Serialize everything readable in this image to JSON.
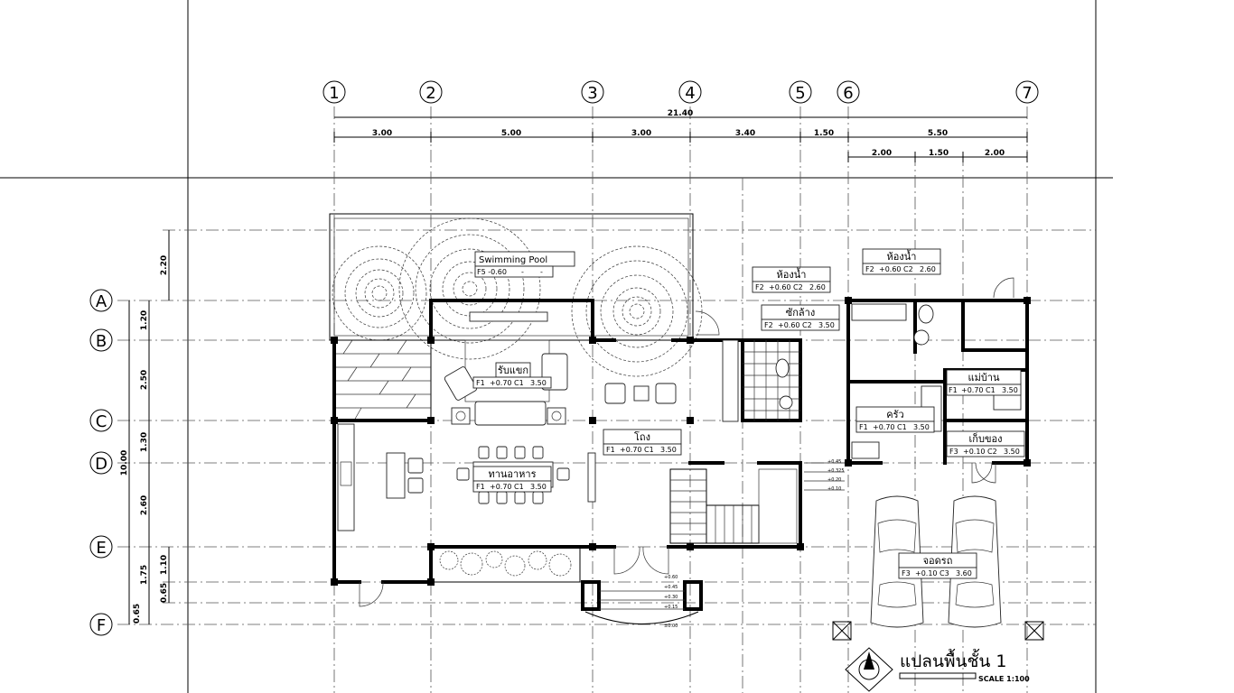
{
  "grid": {
    "columns": [
      "1",
      "2",
      "3",
      "4",
      "5",
      "6",
      "7"
    ],
    "rows": [
      "A",
      "B",
      "C",
      "D",
      "E",
      "F"
    ]
  },
  "dimensions": {
    "overall_width": "21.40",
    "top": [
      "3.00",
      "5.00",
      "3.00",
      "3.40",
      "1.50",
      "5.50"
    ],
    "top_sub": [
      "2.00",
      "1.50",
      "2.00"
    ],
    "overall_depth": "10.00",
    "left": [
      "1.20",
      "2.50",
      "1.30",
      "2.60",
      "1.75",
      "0.65"
    ],
    "left_outer": [
      "2.20",
      "1.10",
      "0.65"
    ]
  },
  "rooms": {
    "pool": {
      "name": "Swimming Pool",
      "tag": "F5 -0.60",
      "c1": "-",
      "c2": "-"
    },
    "bath1": {
      "name": "ห้องน้ำ",
      "f": "F2",
      "lvl": "+0.60",
      "c": "C2",
      "h": "2.60"
    },
    "laundry": {
      "name": "ซักล้าง",
      "f": "F2",
      "lvl": "+0.60",
      "c": "C2",
      "h": "3.50"
    },
    "bath2": {
      "name": "ห้องน้ำ",
      "f": "F2",
      "lvl": "+0.60",
      "c": "C2",
      "h": "2.60"
    },
    "living": {
      "name": "รับแขก",
      "f": "F1",
      "lvl": "+0.70",
      "c": "C1",
      "h": "3.50"
    },
    "hall": {
      "name": "โถง",
      "f": "F1",
      "lvl": "+0.70",
      "c": "C1",
      "h": "3.50"
    },
    "dining": {
      "name": "ทานอาหาร",
      "f": "F1",
      "lvl": "+0.70",
      "c": "C1",
      "h": "3.50"
    },
    "maid": {
      "name": "แม่บ้าน",
      "f": "F1",
      "lvl": "+0.70",
      "c": "C1",
      "h": "3.50"
    },
    "kitchen": {
      "name": "ครัว",
      "f": "F1",
      "lvl": "+0.70",
      "c": "C1",
      "h": "3.50"
    },
    "storage": {
      "name": "เก็บของ",
      "f": "F3",
      "lvl": "+0.10",
      "c": "C2",
      "h": "3.50"
    },
    "carport": {
      "name": "จอดรถ",
      "f": "F3",
      "lvl": "+0.10",
      "c": "C3",
      "h": "3.60"
    }
  },
  "levels": {
    "side": [
      "+0.45",
      "+0.325",
      "+0.20",
      "+0.10"
    ],
    "front": [
      "+0.60",
      "+0.45",
      "+0.30",
      "+0.15",
      "±0.00"
    ]
  },
  "title": {
    "name": "แปลนพื้นชั้น 1",
    "scale": "SCALE 1:100"
  }
}
